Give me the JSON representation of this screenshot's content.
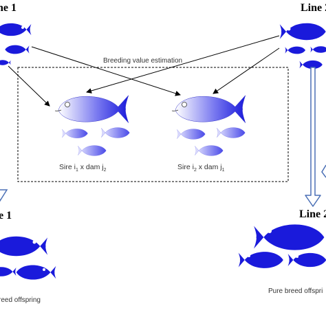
{
  "lines": {
    "line1_top": "ne 1",
    "line2_top": "Line 2",
    "line1_bottom": "e 1",
    "line2_bottom": "Line 2"
  },
  "process": {
    "title": "Breeding value estimation"
  },
  "crosses": {
    "left": {
      "prefix": "Sire i",
      "sire_sub": "1",
      "mid": " x dam j",
      "dam_sub": "2"
    },
    "right": {
      "prefix": "Sire i",
      "sire_sub": "2",
      "mid": " x dam j",
      "dam_sub": "1"
    }
  },
  "offspring": {
    "left_caption": "reed offspring",
    "right_caption": "Pure breed offspri"
  },
  "colors": {
    "fish_blue": "#1a1adb",
    "fish_light": "#ffffff",
    "arrow_outline": "#4a6fb5"
  }
}
